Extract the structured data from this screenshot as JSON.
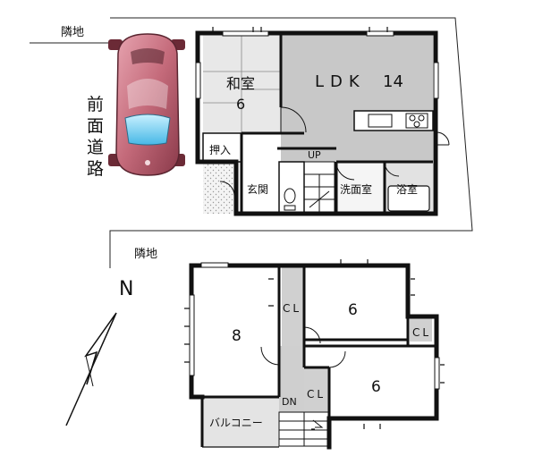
{
  "neighbors": {
    "north": "隣地",
    "south": "隣地"
  },
  "road": {
    "label": "前面道路",
    "chars": [
      "前",
      "面",
      "道",
      "路"
    ]
  },
  "compass": {
    "label": "N"
  },
  "first_floor": {
    "washitsu": {
      "name": "和室",
      "size": "6"
    },
    "ldk": {
      "name": "LDK",
      "size": "14"
    },
    "oshiire": "押入",
    "up": "UP",
    "genkan": "玄関",
    "senmenjo": "洗面室",
    "yokushitsu": "浴室"
  },
  "second_floor": {
    "room_west": {
      "size": "8"
    },
    "room_ne": {
      "size": "6"
    },
    "room_se": {
      "size": "6"
    },
    "closet_1": "CL",
    "closet_2": "CL",
    "closet_3": "CL",
    "down": "DN",
    "balcony": "バルコニー"
  },
  "colors": {
    "wall": "#111111",
    "ldk_floor": "#c8c8c8",
    "wet_area": "#e2e2e2",
    "car_body": "#c46a7a",
    "car_glass": "#7fd4f2",
    "tatami": "#e8e8e8"
  }
}
